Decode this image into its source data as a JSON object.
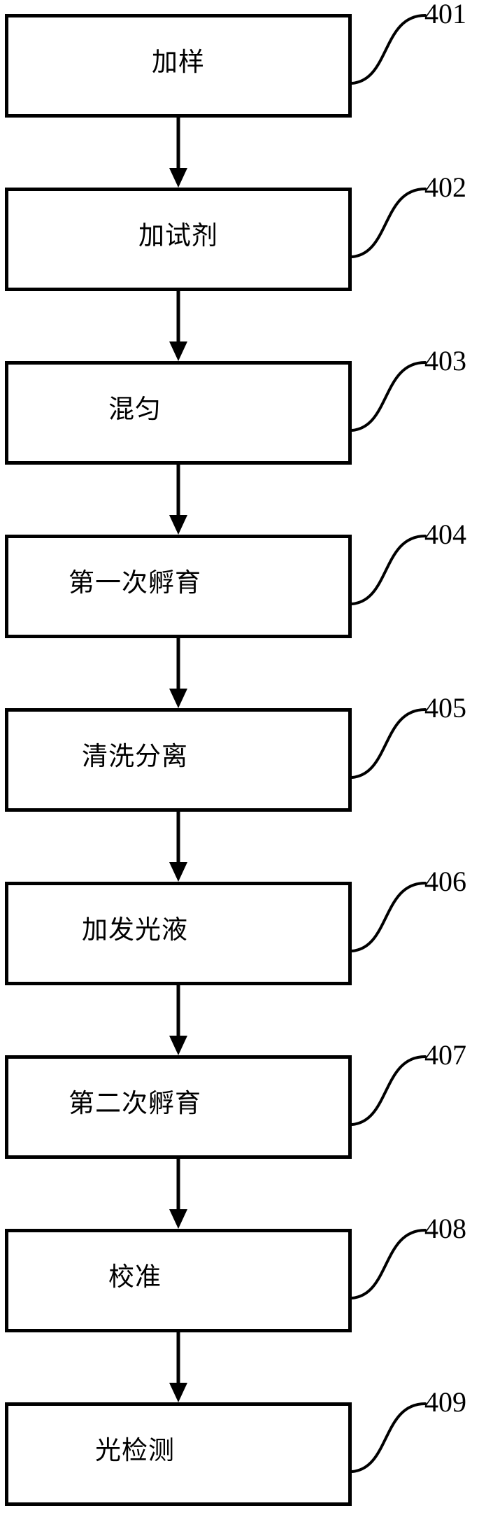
{
  "figure": {
    "type": "flowchart",
    "orientation": "vertical",
    "connector_style": "solid-arrow-down",
    "leader_style": "s-curve-to-reference-number"
  },
  "colors": {
    "line": "#000000",
    "background": "#ffffff",
    "text": "#000000"
  },
  "steps": [
    {
      "label": "加样",
      "ref": "401"
    },
    {
      "label": "加试剂",
      "ref": "402"
    },
    {
      "label": "混匀",
      "ref": "403"
    },
    {
      "label": "第一次孵育",
      "ref": "404"
    },
    {
      "label": "清洗分离",
      "ref": "405"
    },
    {
      "label": "加发光液",
      "ref": "406"
    },
    {
      "label": "第二次孵育",
      "ref": "407"
    },
    {
      "label": "校准",
      "ref": "408"
    },
    {
      "label": "光检测",
      "ref": "409"
    }
  ]
}
